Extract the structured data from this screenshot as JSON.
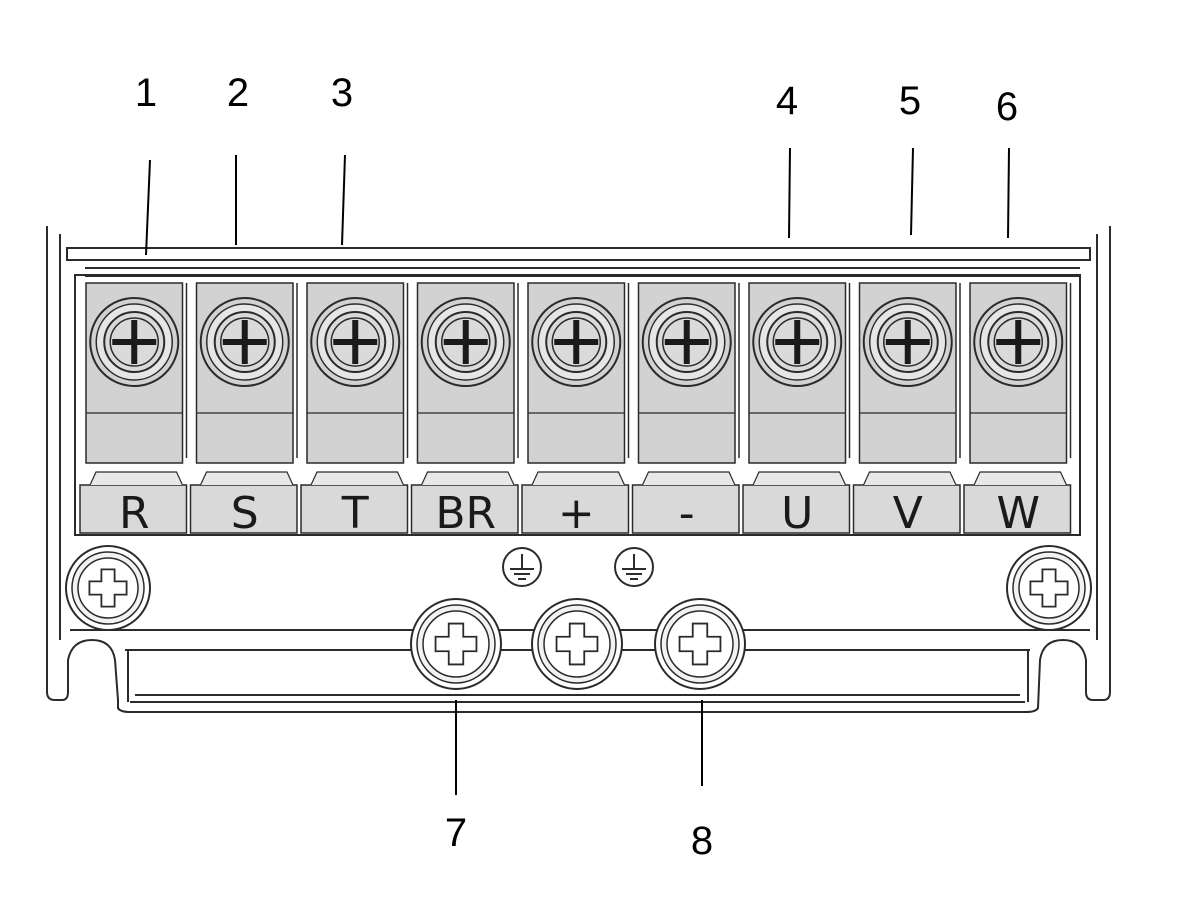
{
  "callouts_top": [
    {
      "label": "1"
    },
    {
      "label": "2"
    },
    {
      "label": "3"
    },
    {
      "label": "4"
    },
    {
      "label": "5"
    },
    {
      "label": "6"
    }
  ],
  "callouts_bottom": [
    {
      "label": "7"
    },
    {
      "label": "8"
    }
  ],
  "terminals": [
    {
      "label": "R"
    },
    {
      "label": "S"
    },
    {
      "label": "T"
    },
    {
      "label": "BR"
    },
    {
      "label": "+"
    },
    {
      "label": "-"
    },
    {
      "label": "U"
    },
    {
      "label": "V"
    },
    {
      "label": "W"
    }
  ],
  "icons": {
    "terminal_screw": "screw-icon",
    "ground": "ground-icon",
    "mount_screw": "mounting-screw-icon"
  },
  "colors": {
    "stroke": "#2b2b2b",
    "label_strip": "#d9d9d9",
    "terminal_fill": "#d2d2d2",
    "housing_fill": "#ffffff"
  }
}
